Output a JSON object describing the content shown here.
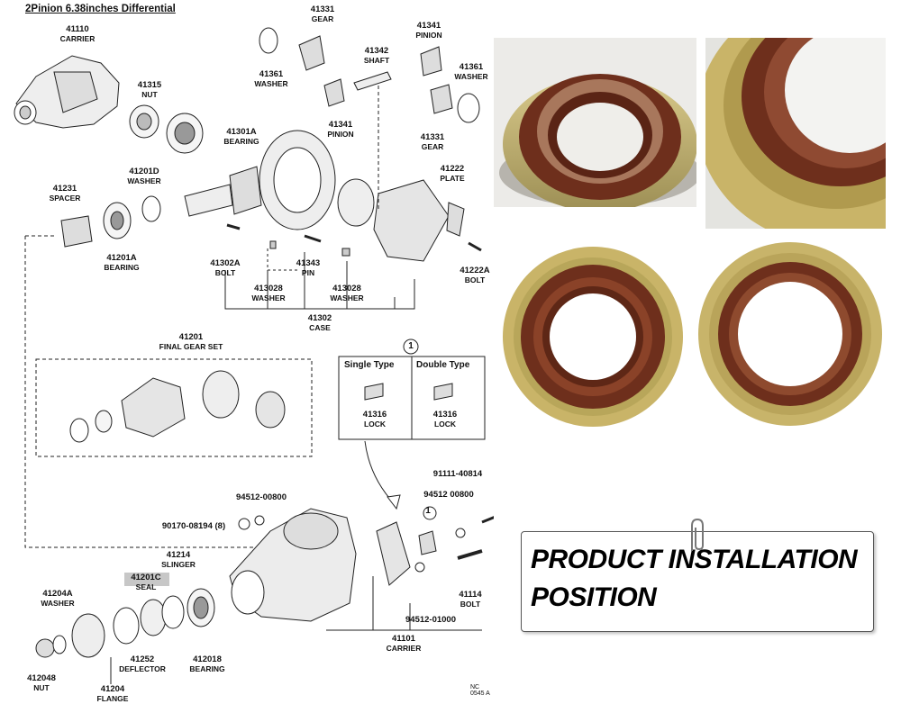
{
  "diagram": {
    "title": "2Pinion 6.38inches Differential",
    "labels": [
      {
        "num": "41110",
        "name": "CARRIER"
      },
      {
        "num": "41331",
        "name": "GEAR"
      },
      {
        "num": "41361",
        "name": "WASHER"
      },
      {
        "num": "41342",
        "name": "SHAFT"
      },
      {
        "num": "41341",
        "name": "PINION"
      },
      {
        "num": "41341",
        "name": "PINION"
      },
      {
        "num": "41361",
        "name": "WASHER"
      },
      {
        "num": "41331",
        "name": "GEAR"
      },
      {
        "num": "41315",
        "name": "NUT"
      },
      {
        "num": "41301A",
        "name": "BEARING"
      },
      {
        "num": "41201D",
        "name": "WASHER"
      },
      {
        "num": "41231",
        "name": "SPACER"
      },
      {
        "num": "41201A",
        "name": "BEARING"
      },
      {
        "num": "41222",
        "name": "PLATE"
      },
      {
        "num": "41302A",
        "name": "BOLT"
      },
      {
        "num": "413028",
        "name": "WASHER"
      },
      {
        "num": "41343",
        "name": "PIN"
      },
      {
        "num": "413028",
        "name": "WASHER"
      },
      {
        "num": "41222A",
        "name": "BOLT"
      },
      {
        "num": "41302",
        "name": "CASE"
      },
      {
        "num": "41201",
        "name": "FINAL GEAR SET"
      },
      {
        "num": "41316",
        "name": "LOCK"
      },
      {
        "num": "41316",
        "name": "LOCK"
      },
      {
        "num": "91111-40814",
        "name": ""
      },
      {
        "num": "94512-00800",
        "name": ""
      },
      {
        "num": "94512 00800",
        "name": ""
      },
      {
        "num": "90170-08194 (8)",
        "name": ""
      },
      {
        "num": "41214",
        "name": "SLINGER"
      },
      {
        "num": "41201C",
        "name": "SEAL"
      },
      {
        "num": "41204A",
        "name": "WASHER"
      },
      {
        "num": "41114",
        "name": "BOLT"
      },
      {
        "num": "94512-01000",
        "name": ""
      },
      {
        "num": "41101",
        "name": "CARRIER"
      },
      {
        "num": "41252",
        "name": "DEFLECTOR"
      },
      {
        "num": "412018",
        "name": "BEARING"
      },
      {
        "num": "412048",
        "name": "NUT"
      },
      {
        "num": "41204",
        "name": "FLANGE"
      }
    ],
    "lock_box": {
      "circle_num": "1",
      "single_type": "Single Type",
      "double_type": "Double Type"
    },
    "callout_num": "1",
    "corner_code": "NC 0545 A"
  },
  "banner": {
    "line1": "PRODUCT INSTALLATION",
    "line2": "POSITION"
  },
  "colors": {
    "seal_rubber": "#6e2f1c",
    "seal_metal": "#c9b468",
    "highlight": "#c7c7c7"
  }
}
